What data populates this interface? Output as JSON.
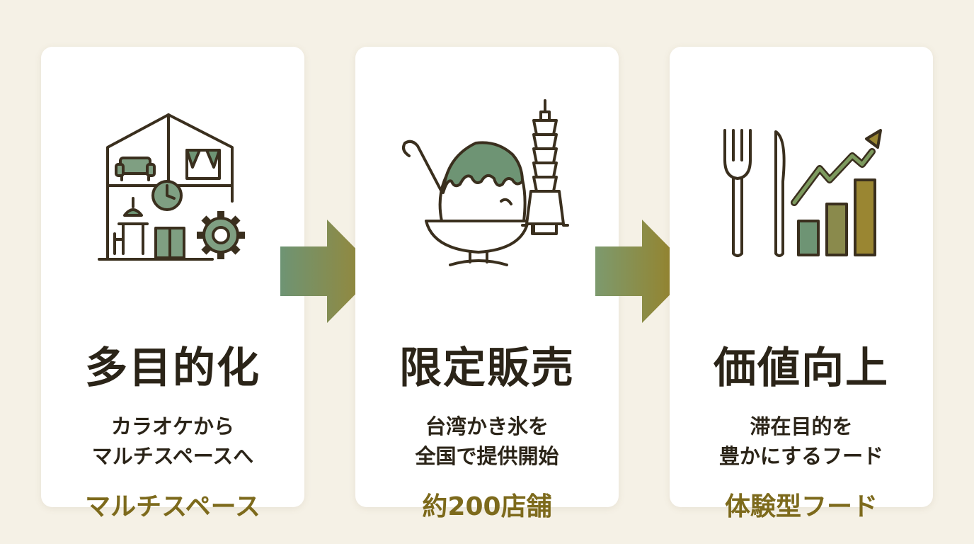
{
  "colors": {
    "background": "#f5f1e6",
    "card": "#ffffff",
    "text": "#2b2418",
    "accent_gold": "#7d6a1c",
    "sage_green": "#6e9474",
    "olive": "#9a8632"
  },
  "steps": [
    {
      "icon": "house-multispace-icon",
      "title": "多目的化",
      "description": [
        "カラオケから",
        "マルチスペースへ"
      ],
      "tag": "マルチスペース"
    },
    {
      "icon": "shaved-ice-taipei-tower-icon",
      "title": "限定販売",
      "description": [
        "台湾かき氷を",
        "全国で提供開始"
      ],
      "tag": "約200店舗"
    },
    {
      "icon": "food-growth-chart-icon",
      "title": "価値向上",
      "description": [
        "滞在目的を",
        "豊かにするフード"
      ],
      "tag": "体験型フード"
    }
  ],
  "connectors": [
    "arrow-right-icon",
    "arrow-right-icon"
  ]
}
